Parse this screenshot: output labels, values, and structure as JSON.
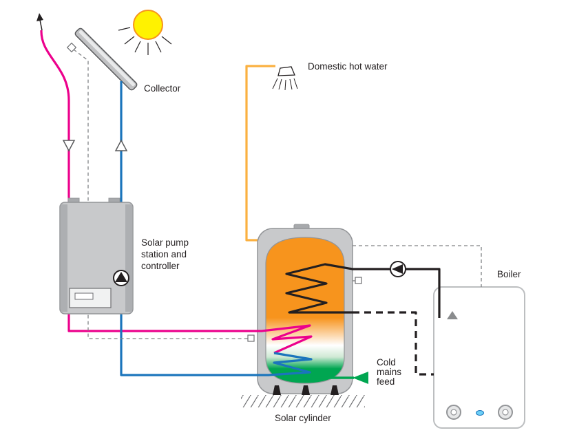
{
  "diagram": {
    "labels": {
      "collector": "Collector",
      "domestic_hot_water": "Domestic hot water",
      "pump_station_line1": "Solar pump",
      "pump_station_line2": "station and",
      "pump_station_line3": "controller",
      "boiler": "Boiler",
      "cold_mains_line1": "Cold",
      "cold_mains_line2": "mains",
      "cold_mains_line3": "feed",
      "solar_cylinder": "Solar cylinder"
    },
    "colors": {
      "solar_flow_pipe": "#ec008c",
      "solar_return_pipe": "#1b75bc",
      "hot_water_pipe": "#fbb040",
      "cold_mains_feed": "#00a651",
      "boiler_pipe": "#231f20",
      "sensor_wire": "#808285",
      "sun_fill": "#fff200",
      "sun_stroke": "#f7941d",
      "tank_hot_zone": "#f7941d",
      "tank_cold_zone": "#00a651",
      "casing_gray": "#c8c9cb"
    },
    "icons": {
      "sun": "sun-icon",
      "shower": "shower-spray-icon",
      "pump": "pump-circle-icon",
      "check_valve": "check-valve-triangle-icon",
      "sensor": "sensor-square-icon",
      "flow_arrow": "flow-arrow-icon"
    }
  }
}
